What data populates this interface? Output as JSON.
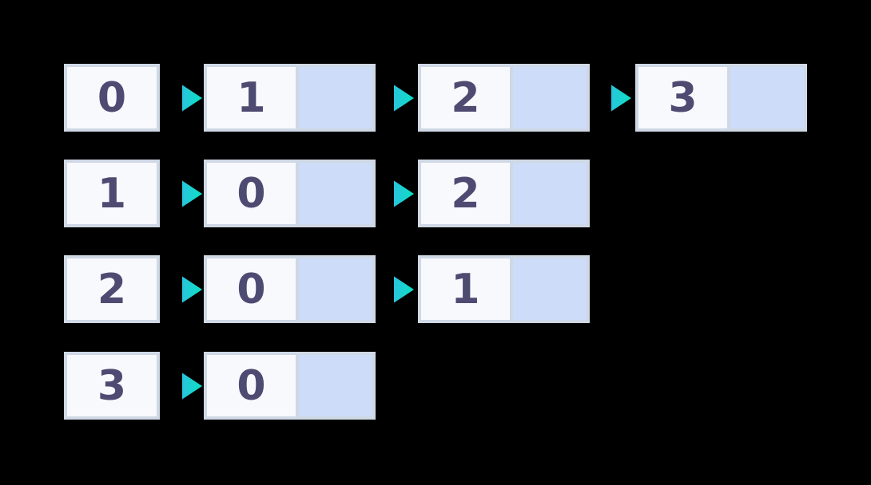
{
  "diagram": {
    "type": "adjacency-list",
    "rows": [
      {
        "head": "0",
        "nodes": [
          "1",
          "2",
          "3"
        ]
      },
      {
        "head": "1",
        "nodes": [
          "0",
          "2"
        ]
      },
      {
        "head": "2",
        "nodes": [
          "0",
          "1"
        ]
      },
      {
        "head": "3",
        "nodes": [
          "0"
        ]
      }
    ],
    "colors": {
      "background": "#000000",
      "box_border": "#cfd8e5",
      "value_cell_fill": "#f8f9fd",
      "pointer_cell_fill": "#cddcf8",
      "digit_text": "#4e4b72",
      "arrow_gradient_start": "#28c5dc",
      "arrow_gradient_end": "#0ce0c4"
    }
  }
}
